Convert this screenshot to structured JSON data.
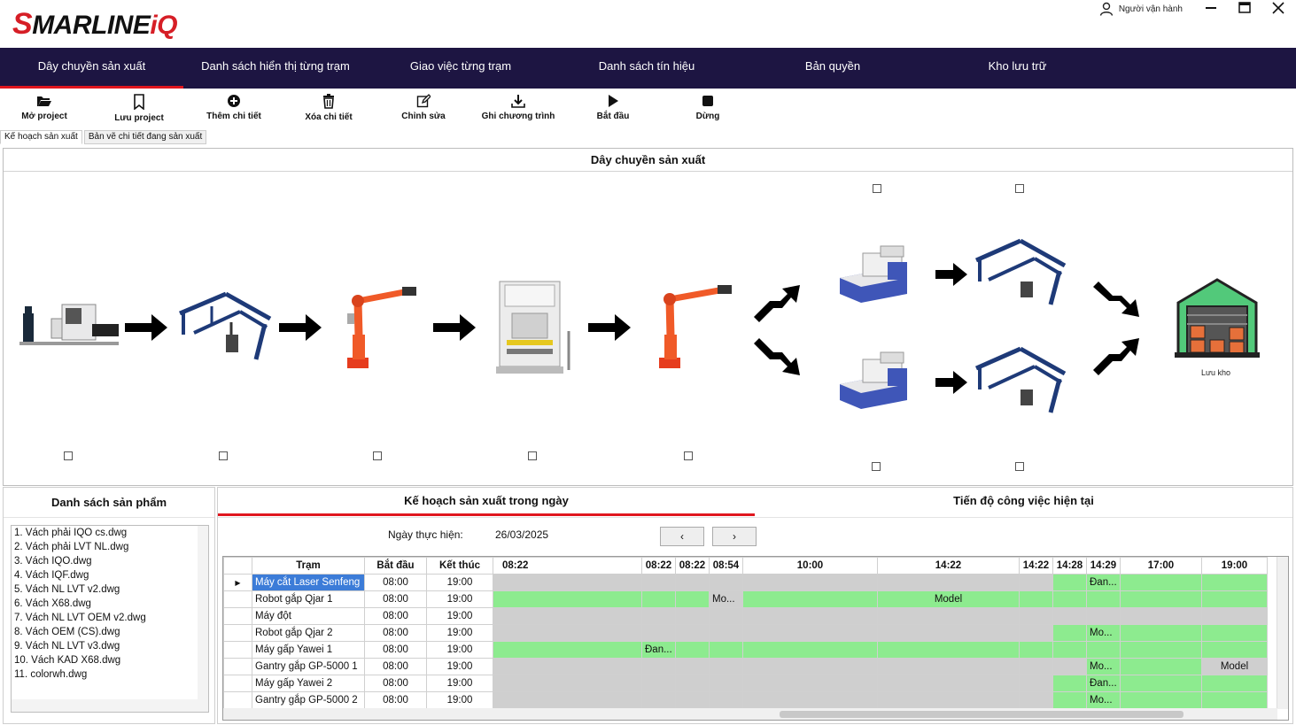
{
  "app": {
    "logo_s": "S",
    "logo_text": "MARLINE",
    "logo_iq": "iQ",
    "user_label": "Người vận hành"
  },
  "nav": {
    "items": [
      {
        "label": "Dây chuyền sản xuất"
      },
      {
        "label": "Danh sách hiển thị từng trạm"
      },
      {
        "label": "Giao việc từng trạm"
      },
      {
        "label": "Danh sách tín hiệu"
      },
      {
        "label": "Bản quyền"
      },
      {
        "label": "Kho lưu trữ"
      }
    ]
  },
  "toolbar": {
    "open": "Mở project",
    "save": "Lưu project",
    "add": "Thêm chi tiết",
    "delete": "Xóa chi tiết",
    "edit": "Chỉnh sửa",
    "write": "Ghi chương trình",
    "start": "Bắt đầu",
    "stop": "Dừng"
  },
  "subtabs": [
    "Kế hoạch sản xuất",
    "Bản vẽ chi tiết đang sản xuất"
  ],
  "line": {
    "title": "Dây chuyền sản xuất",
    "storage_label": "Lưu kho"
  },
  "products": {
    "title": "Danh sách sản phẩm",
    "items": [
      "1. Vách phải IQO cs.dwg",
      "2. Vách phải LVT NL.dwg",
      "3. Vách IQO.dwg",
      "4. Vách IQF.dwg",
      "5. Vách NL LVT v2.dwg",
      "6. Vách X68.dwg",
      "7. Vách NL LVT OEM v2.dwg",
      "8. Vách OEM (CS).dwg",
      "9. Vách NL LVT v3.dwg",
      "10. Vách KAD X68.dwg",
      "11. colorwh.dwg"
    ]
  },
  "plan": {
    "tab_plan": "Kế hoạch sản xuất trong ngày",
    "tab_progress": "Tiến độ công việc hiện tại",
    "date_label": "Ngày thực hiện:",
    "date_value": "26/03/2025",
    "prev": "‹",
    "next": "›",
    "columns": {
      "station": "Trạm",
      "start": "Bắt đầu",
      "end": "Kết thúc"
    },
    "times": [
      "08:22",
      "08:22",
      "08:22",
      "08:54",
      "10:00",
      "14:22",
      "14:22",
      "14:28",
      "14:29",
      "17:00",
      "19:00"
    ],
    "rows": [
      {
        "station": "Máy cắt Laser Senfeng",
        "start": "08:00",
        "end": "19:00",
        "label": "Đan..."
      },
      {
        "station": "Robot gắp Qjar 1",
        "start": "08:00",
        "end": "19:00",
        "label": "Mo...",
        "label2": "Model"
      },
      {
        "station": "Máy đột",
        "start": "08:00",
        "end": "19:00"
      },
      {
        "station": "Robot gắp Qjar 2",
        "start": "08:00",
        "end": "19:00",
        "label": "Mo..."
      },
      {
        "station": "Máy gấp Yawei 1",
        "start": "08:00",
        "end": "19:00",
        "label": "Đan..."
      },
      {
        "station": "Gantry gắp GP-5000 1",
        "start": "08:00",
        "end": "19:00",
        "label": "Mo...",
        "label2": "Model"
      },
      {
        "station": "Máy gấp Yawei 2",
        "start": "08:00",
        "end": "19:00",
        "label": "Đan..."
      },
      {
        "station": "Gantry gắp GP-5000 2",
        "start": "08:00",
        "end": "19:00",
        "label": "Mo..."
      }
    ]
  },
  "colors": {
    "nav_bg": "#1d1542",
    "accent_red": "#e0161e",
    "grid_green": "#8deb8f",
    "grid_gray": "#cfcfcf",
    "selection_blue": "#3c7cd8"
  }
}
